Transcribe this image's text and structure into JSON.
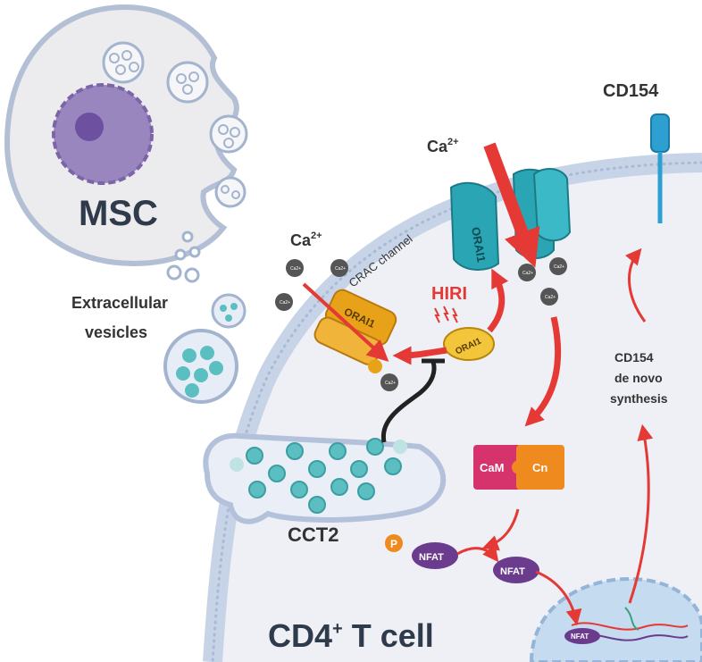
{
  "labels": {
    "msc": "MSC",
    "ev_line1": "Extracellular",
    "ev_line2": "vesicles",
    "ca_left": "Ca",
    "ca_top": "Ca",
    "ca_superscript": "2+",
    "crac_channel": "CRAC channel",
    "orai1": "ORAI1",
    "hiri": "HIRI",
    "cd154_top": "CD154",
    "synthesis_line1": "CD154",
    "synthesis_line2": "de novo",
    "synthesis_line3": "synthesis",
    "cam": "CaM",
    "cn": "Cn",
    "p": "P",
    "nfat": "NFAT",
    "cct2": "CCT2",
    "cell_prefix": "CD4",
    "cell_sup": "+",
    "cell_suffix": " T cell",
    "ion": "Ca2+"
  },
  "colors": {
    "arrow_red": "#e53935",
    "hiri_red": "#e53935",
    "orai_teal": "#2aa5b3",
    "orai_gold": "#e8a21a",
    "membrane": "#c7d3e6",
    "cam_pink": "#d6336c",
    "cn_orange": "#ef8a1f",
    "nfat_purple": "#6b3c8e",
    "vesicle_teal": "#5bbfc1",
    "nucleus_purple": "#8a6bb1",
    "cd154_blue": "#2d9fd0"
  }
}
